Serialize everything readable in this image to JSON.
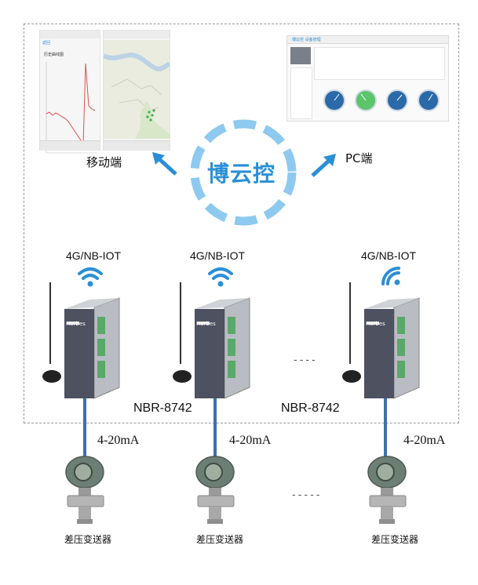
{
  "brand": {
    "name": "博云控"
  },
  "clients": {
    "mobile_label": "移动端",
    "pc_label": "PC端",
    "mobile_screen": {
      "header_left": "返回",
      "chart_title": "历史曲线图"
    },
    "pc_screen": {
      "app_title": "博云控 设备管理"
    }
  },
  "gateways": [
    {
      "protocol": "4G/NB-IOT",
      "model": "NBR-8742",
      "brand": "Horbes"
    },
    {
      "protocol": "4G/NB-IOT",
      "model": "NBR-8742",
      "brand": "Horbes"
    },
    {
      "protocol": "4G/NB-IOT",
      "brand": "Horbes"
    }
  ],
  "sensors": [
    {
      "signal": "4-20mA",
      "name": "差压变送器"
    },
    {
      "signal": "4-20mA",
      "name": "差压变送器"
    },
    {
      "signal": "4-20mA",
      "name": "差压变送器"
    }
  ],
  "ellipsis": {
    "gateways": "----",
    "sensors": "-----"
  },
  "colors": {
    "brand_blue": "#2b8fd6",
    "link_blue": "#3f6fae",
    "gauge_green": "#5cc46a"
  }
}
